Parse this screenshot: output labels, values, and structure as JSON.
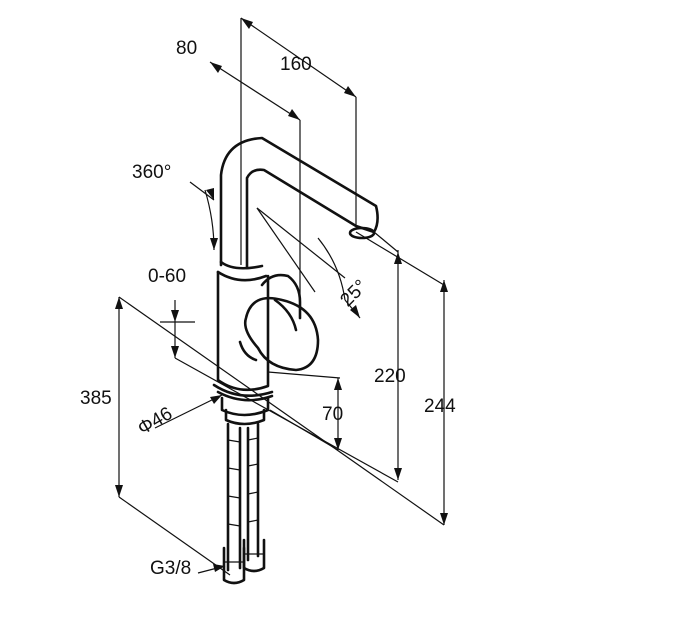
{
  "labels": {
    "dim_80": "80",
    "dim_160": "160",
    "dim_360": "360°",
    "dim_25": "25°",
    "dim_0_60": "0-60",
    "dim_385": "385",
    "dim_46": "Φ46",
    "dim_70": "70",
    "dim_220": "220",
    "dim_244": "244",
    "dim_g38": "G3/8"
  }
}
